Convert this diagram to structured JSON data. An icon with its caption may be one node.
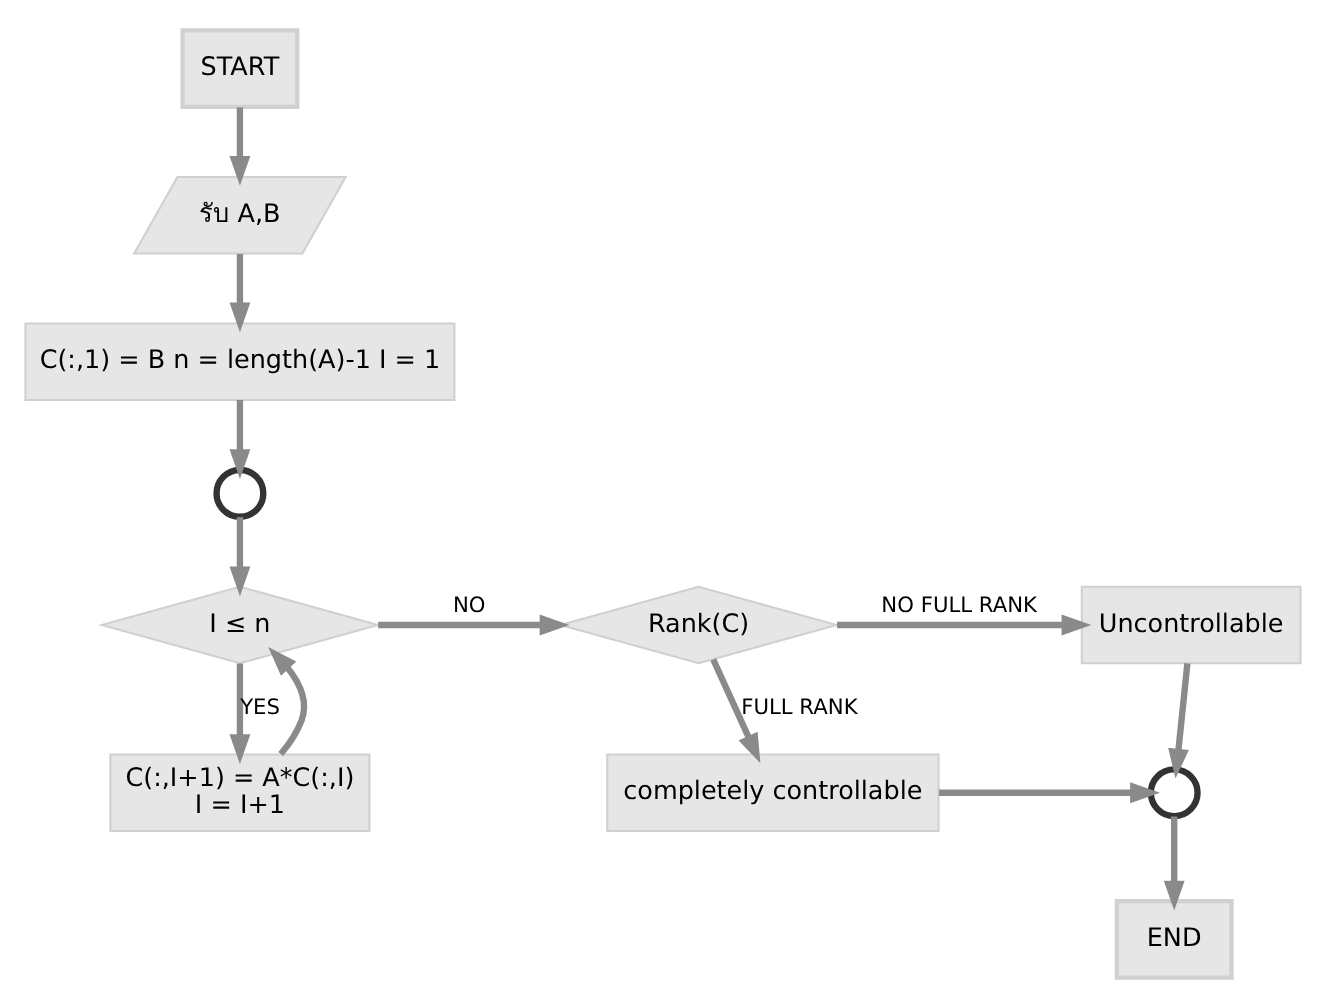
{
  "diagram": {
    "nodes": [
      {
        "text": [
          "START"
        ]
      },
      {
        "text": [
          "รับ A,B"
        ]
      },
      {
        "text": [
          "C(:,1) = B n = length(A)-1 I = 1"
        ]
      },
      {
        "text": [],
        "shape": "circle"
      },
      {
        "text": [
          "I ≤ n"
        ]
      },
      {
        "text": [
          "C(:,I+1) = A*C(:,I)",
          "I = I+1"
        ]
      },
      {
        "text": [
          "Rank(C)"
        ]
      },
      {
        "text": [
          "Uncontrollable"
        ]
      },
      {
        "text": [
          "completely controllable"
        ]
      },
      {
        "text": [],
        "shape": "circle"
      },
      {
        "text": [
          "END"
        ]
      }
    ],
    "edges": [
      {
        "from": 0,
        "to": 1,
        "arrow": "to"
      },
      {
        "from": 1,
        "to": 2,
        "arrow": "to"
      },
      {
        "from": 2,
        "to": 3,
        "arrow": "to"
      },
      {
        "from": 3,
        "to": 4,
        "arrow": "to"
      },
      {
        "from": 4,
        "to": 6,
        "arrow": "to",
        "label": "NO"
      },
      {
        "from": 4,
        "to": 5,
        "arrow": "to",
        "label": "YES"
      },
      {
        "from": 5,
        "to": 4,
        "arrow": "to"
      },
      {
        "from": 6,
        "to": 7,
        "arrow": "to",
        "label": "NO FULL RANK"
      },
      {
        "from": 6,
        "to": 8,
        "arrow": "to",
        "label": "FULL RANK"
      },
      {
        "from": 7,
        "to": 9,
        "arrow": "to"
      },
      {
        "from": 8,
        "to": 9,
        "arrow": "to"
      },
      {
        "from": 9,
        "to": 10,
        "arrow": "to"
      }
    ]
  }
}
